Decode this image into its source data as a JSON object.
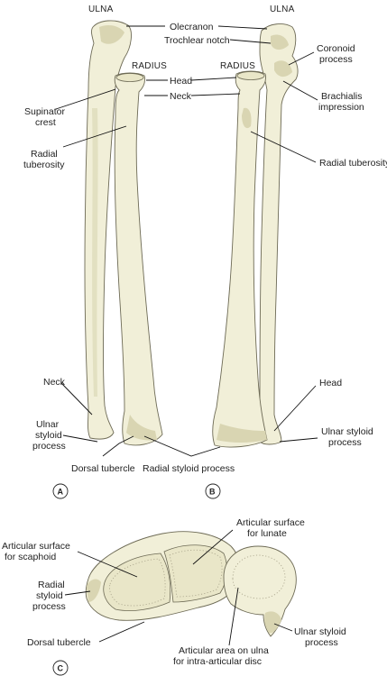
{
  "figure": {
    "view_a": {
      "headings": {
        "ulna": "ULNA",
        "radius": "RADIUS"
      },
      "labels": {
        "supinator_crest": [
          "Supinator",
          "crest"
        ],
        "radial_tuberosity": [
          "Radial",
          "tuberosity"
        ],
        "neck": "Neck",
        "ulnar_styloid": [
          "Ulnar",
          "styloid",
          "process"
        ],
        "dorsal_tubercle": "Dorsal tubercle",
        "radial_styloid": "Radial styloid process"
      },
      "badge": "A"
    },
    "view_b": {
      "headings": {
        "ulna": "ULNA",
        "radius": "RADIUS"
      },
      "labels": {
        "olecranon": "Olecranon",
        "trochlear_notch": "Trochlear notch",
        "head_top": "Head",
        "neck": "Neck",
        "coronoid": [
          "Coronoid",
          "process"
        ],
        "brachialis": [
          "Brachialis",
          "impression"
        ],
        "radial_tuberosity": "Radial tuberosity",
        "head_bottom": "Head",
        "ulnar_styloid": [
          "Ulnar styloid",
          "process"
        ]
      },
      "badge": "B"
    },
    "view_c": {
      "labels": {
        "art_surface_lunate": [
          "Articular surface",
          "for lunate"
        ],
        "art_surface_scaphoid": [
          "Articular surface",
          "for scaphoid"
        ],
        "radial_styloid": [
          "Radial",
          "styloid",
          "process"
        ],
        "dorsal_tubercle": "Dorsal tubercle",
        "art_area_ulna": [
          "Articular area on ulna",
          "for intra-articular disc"
        ],
        "ulnar_styloid": [
          "Ulnar styloid",
          "process"
        ]
      },
      "badge": "C"
    },
    "colors": {
      "bone": "#f1efd8",
      "outline": "#6d6a55",
      "leader": "#111111",
      "text": "#222222"
    }
  }
}
